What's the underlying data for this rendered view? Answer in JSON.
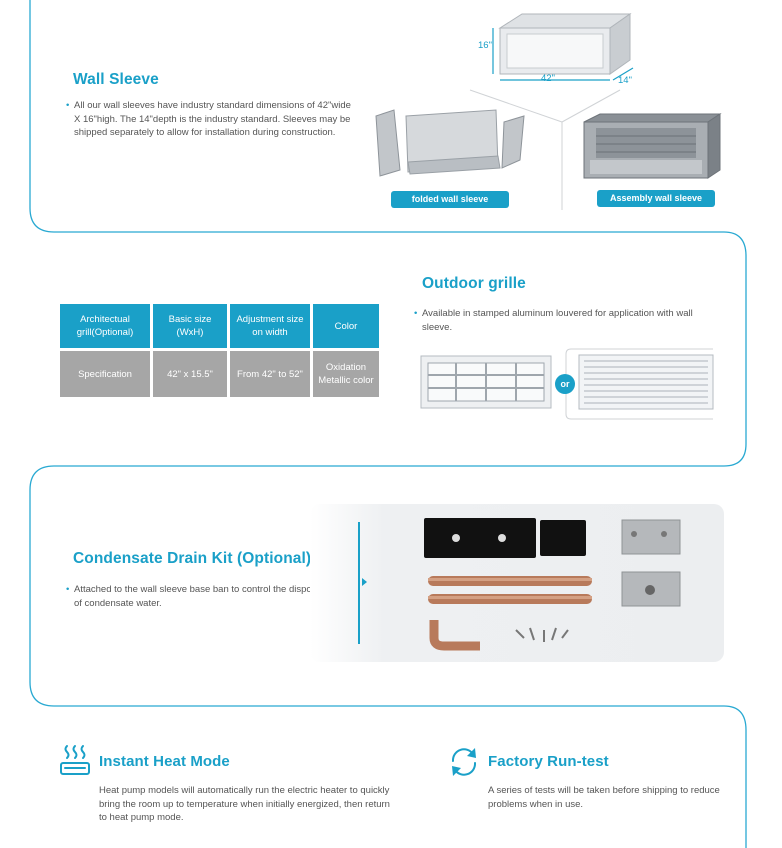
{
  "wall_sleeve": {
    "title": "Wall Sleeve",
    "text": "All our wall sleeves have industry standard dimensions of 42\"wide X 16\"high. The 14\"depth is the industry standard. Sleeves may be shipped separately to allow for installation during construction.",
    "dim_height": "16\"",
    "dim_width": "42\"",
    "dim_depth": "14\"",
    "label_folded": "folded wall sleeve",
    "label_assembly": "Assembly wall sleeve"
  },
  "outdoor_grille": {
    "title": "Outdoor grille",
    "text": "Available in stamped aluminum louvered for application with wall sleeve.",
    "or_label": "or",
    "table": {
      "headers": [
        "Architectual grill(Optional)",
        "Basic size (WxH)",
        "Adjustment size on width",
        "Color"
      ],
      "row": [
        "Specification",
        "42\" x 15.5\"",
        "From 42\" to 52\"",
        "Oxidation Metallic color"
      ]
    }
  },
  "drain_kit": {
    "title": "Condensate Drain Kit (Optional)",
    "text": "Attached to the wall sleeve base ban to control the disposal of condensate water."
  },
  "heat_mode": {
    "title": "Instant Heat Mode",
    "text": "Heat pump models will automatically run the electric heater to quickly bring the room up to temperature when initially energized, then return to heat pump mode."
  },
  "run_test": {
    "title": "Factory Run-test",
    "text": "A series of tests will be taken before shipping to reduce problems when in use."
  },
  "colors": {
    "accent": "#1aa0c8",
    "table_row": "#a6a6a6"
  },
  "icons": [
    "heat-waves-icon",
    "refresh-cycle-icon"
  ]
}
